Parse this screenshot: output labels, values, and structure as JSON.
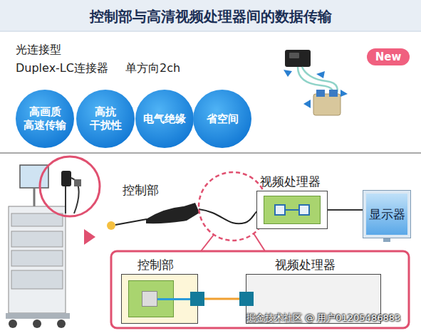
{
  "diagram": {
    "title": "控制部与高清视频处理器间的数据传输",
    "nodes": [
      {
        "text": [
          "高画质 高速传输"
        ]
      },
      {
        "text": [
          "高抗 干扰性"
        ]
      },
      {
        "text": [
          "电气绝缘"
        ]
      },
      {
        "text": [
          "省空间"
        ]
      },
      {
        "text": [
          "New"
        ]
      },
      {
        "text": [
          "视频处理器"
        ]
      },
      {
        "text": [
          "显示器"
        ]
      },
      {
        "text": [
          "控制部"
        ]
      },
      {
        "text": [
          "视频处理器"
        ]
      }
    ],
    "edges": [
      {
        "from": 5,
        "to": 6,
        "arrow": "none"
      },
      {
        "from": 7,
        "to": 8,
        "arrow": "none"
      }
    ],
    "labels": [
      "光连接型",
      "Duplex-LC连接器",
      "单方向2ch",
      "控制部",
      "掘金技术社区 @ 用户01205486883"
    ]
  }
}
